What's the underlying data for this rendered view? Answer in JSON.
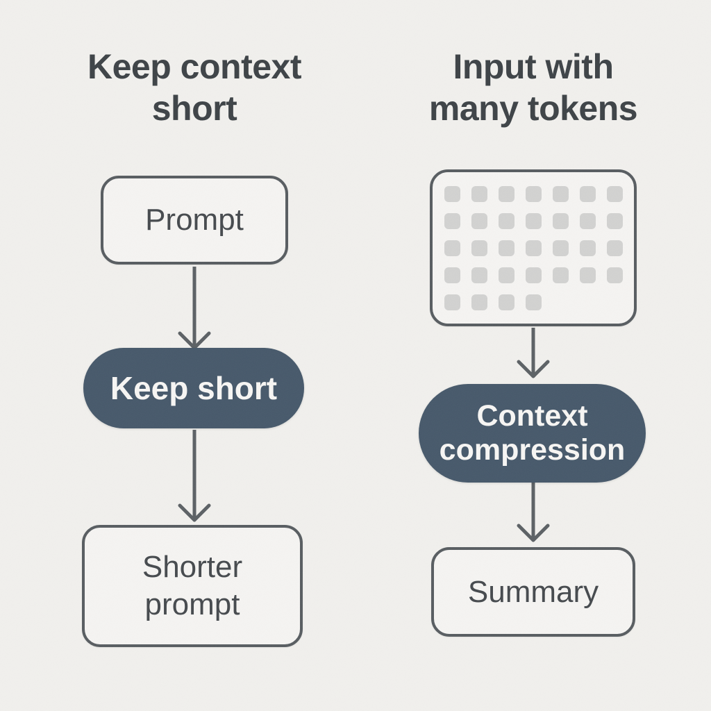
{
  "background": "#f1f0ed",
  "colors": {
    "title_text": "#3e4347",
    "node_text": "#464a4e",
    "node_border": "#585d61",
    "node_fill": "#f5f4f2",
    "pill_fill": "#47596b",
    "pill_text": "#f7f6f4",
    "token_fill": "#d2d2d1",
    "arrow": "#5c6165"
  },
  "left_flow": {
    "title": "Keep context short",
    "nodes": [
      {
        "type": "box",
        "label": "Prompt"
      },
      {
        "type": "pill",
        "label": "Keep short"
      },
      {
        "type": "box",
        "label": "Shorter prompt"
      }
    ]
  },
  "right_flow": {
    "title": "Input with many tokens",
    "token_grid": {
      "columns": 7,
      "rows": 5,
      "token_count": 32
    },
    "nodes": [
      {
        "type": "pill",
        "label": "Context compression"
      },
      {
        "type": "box",
        "label": "Summary"
      }
    ]
  }
}
